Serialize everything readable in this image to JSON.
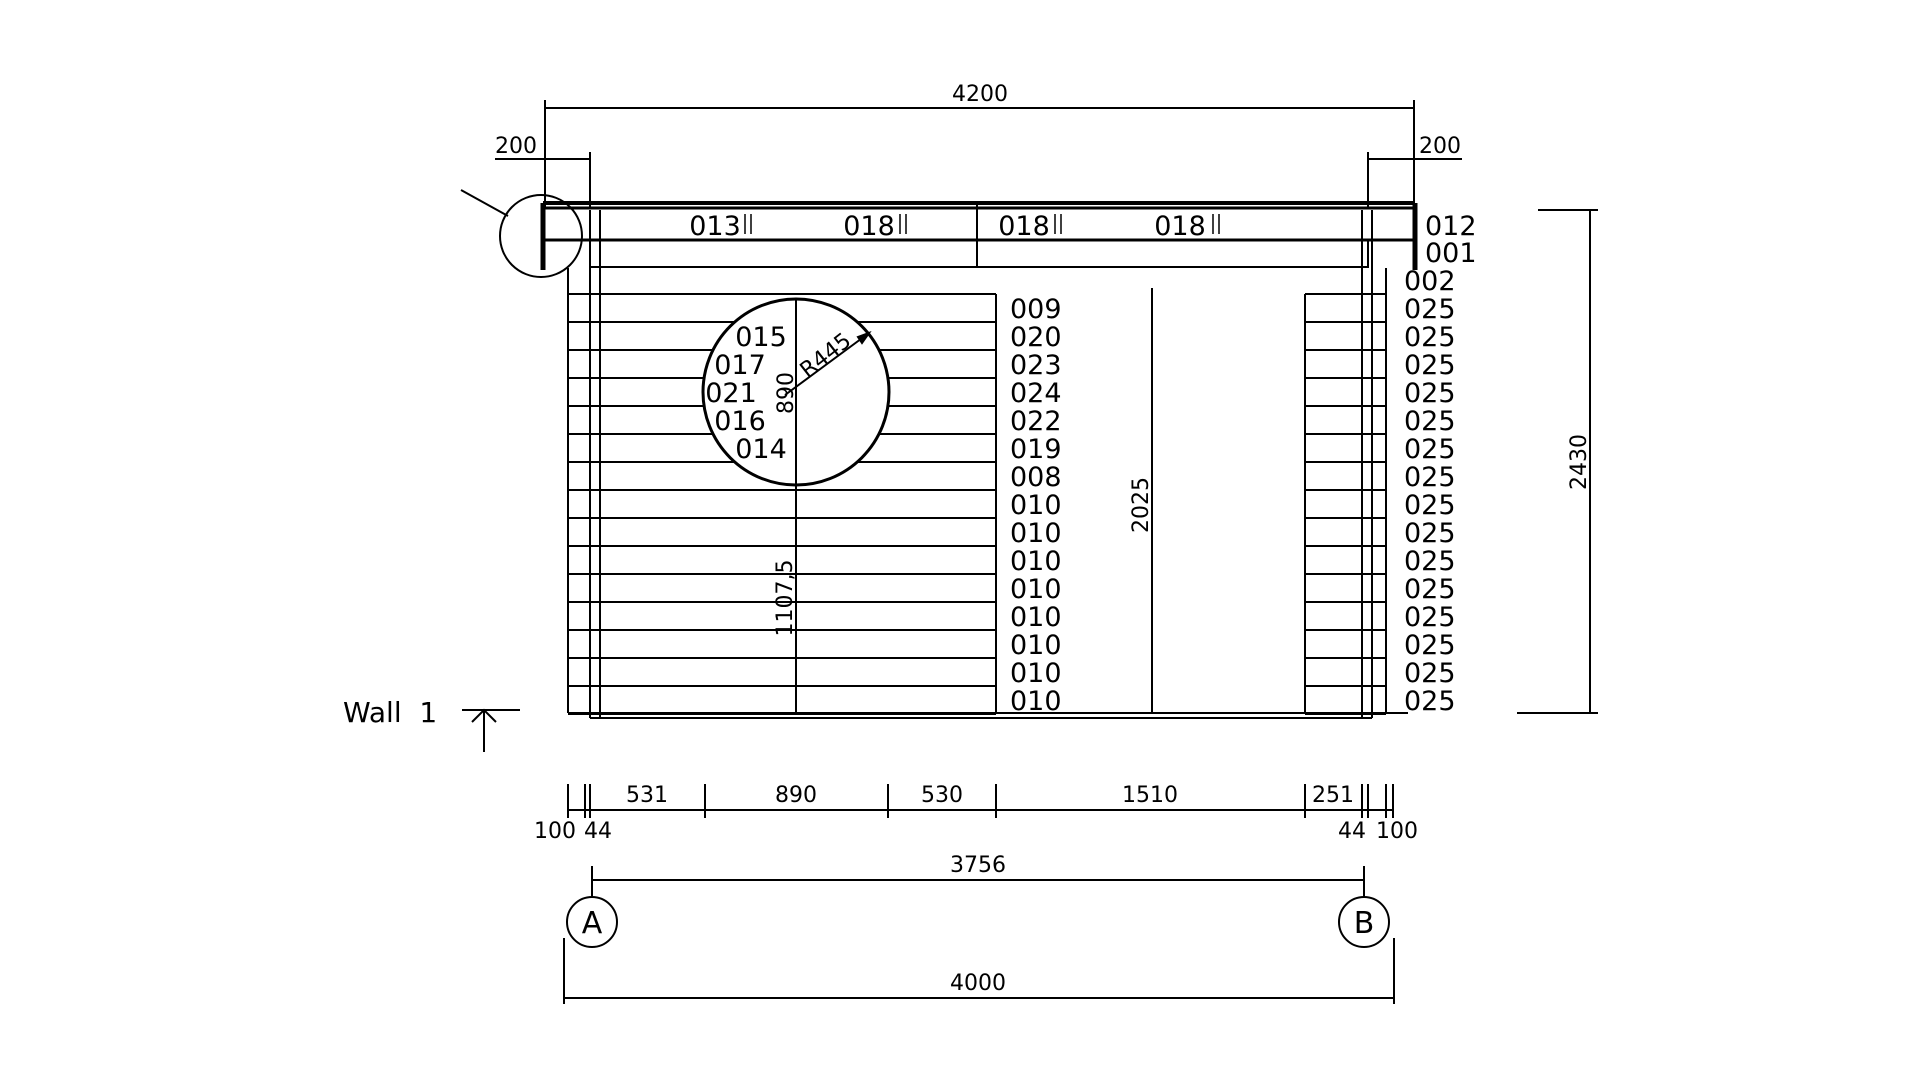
{
  "dimensions": {
    "overall_top": "4200",
    "overhang_left": "200",
    "overhang_right": "200",
    "height_total": "2430",
    "door_height": "2025",
    "window_sill_height": "1107,5",
    "window_diameter": "890",
    "window_radius": "R445",
    "bottom_segments": [
      "531",
      "890",
      "530",
      "1510",
      "251"
    ],
    "small_left_100": "100",
    "small_left_44": "44",
    "small_right_44": "44",
    "small_right_100": "100",
    "axis_span": "3756",
    "overall_bottom": "4000"
  },
  "top_beam_labels": [
    "013",
    "018",
    "018",
    "018"
  ],
  "window_labels": [
    "015",
    "017",
    "021",
    "016",
    "014"
  ],
  "center_labels": [
    "009",
    "020",
    "023",
    "024",
    "022",
    "019",
    "008",
    "010",
    "010",
    "010",
    "010",
    "010",
    "010",
    "010",
    "010"
  ],
  "right_labels": [
    "012",
    "001",
    "002",
    "025",
    "025",
    "025",
    "025",
    "025",
    "025",
    "025",
    "025",
    "025",
    "025",
    "025",
    "025",
    "025",
    "025",
    "025"
  ],
  "wall_label": "Wall  1",
  "axes": {
    "a": "A",
    "b": "B"
  },
  "colors": {
    "line": "#000000",
    "background": "#ffffff"
  }
}
